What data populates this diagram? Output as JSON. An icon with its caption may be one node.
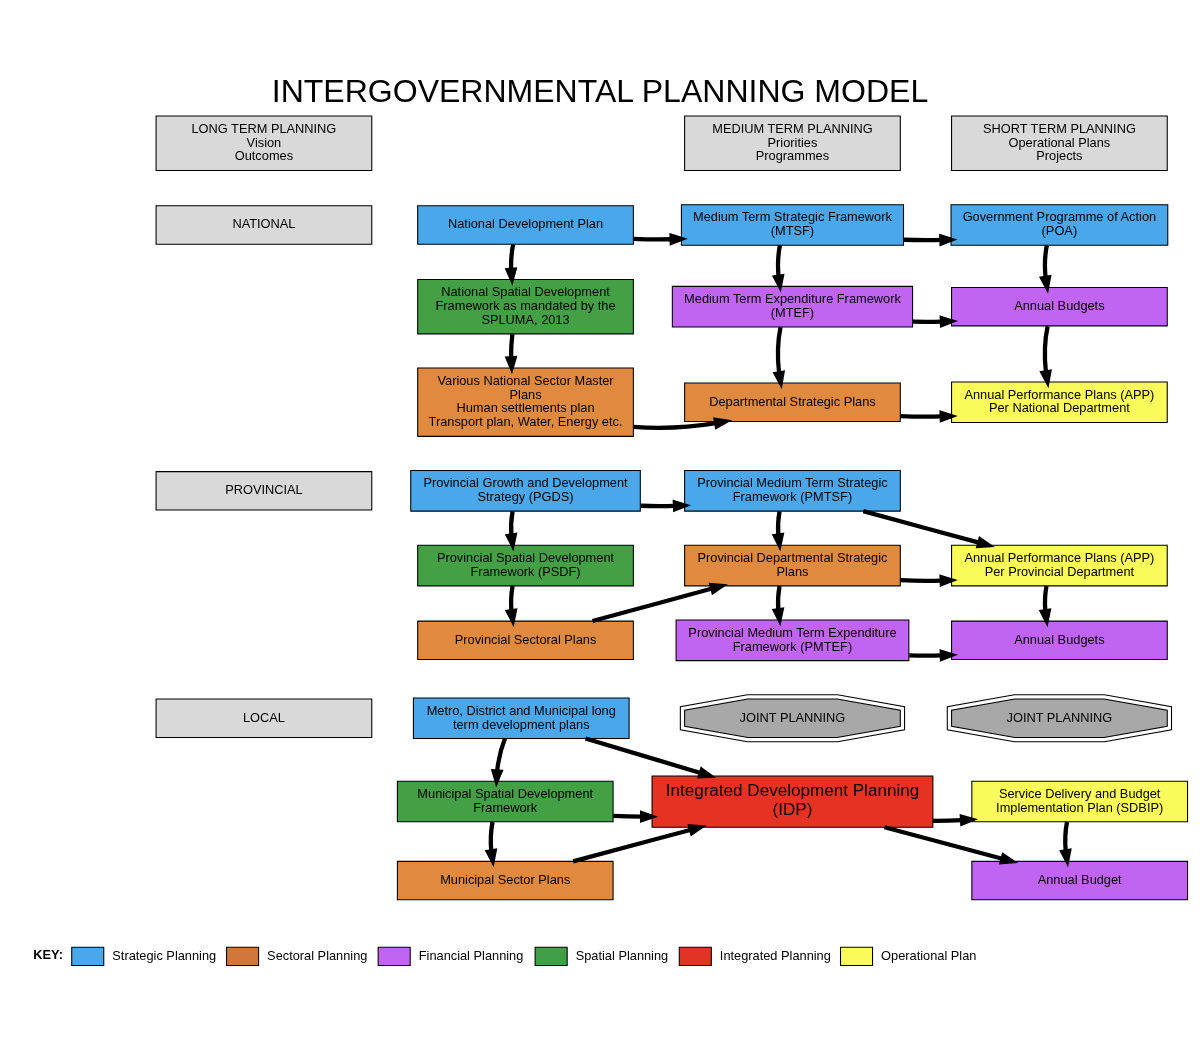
{
  "diagram": {
    "title": "INTERGOVERNMENTAL PLANNING MODEL",
    "nodes": [
      {
        "text": [
          "LONG TERM PLANNING",
          "Vision",
          "Outcomes"
        ]
      },
      {
        "text": [
          "MEDIUM TERM PLANNING",
          "Priorities",
          "Programmes"
        ]
      },
      {
        "text": [
          "SHORT TERM PLANNING",
          "Operational Plans",
          "Projects"
        ]
      },
      {
        "text": [
          "NATIONAL"
        ]
      },
      {
        "text": [
          "PROVINCIAL"
        ]
      },
      {
        "text": [
          "LOCAL"
        ]
      },
      {
        "text": [
          "National Development Plan"
        ]
      },
      {
        "text": [
          "Medium Term Strategic Framework (MTSF)"
        ]
      },
      {
        "text": [
          "Government Programme of Action (POA)"
        ]
      },
      {
        "text": [
          "National Spatial Development Framework as mandated by the SPLUMA, 2013"
        ]
      },
      {
        "text": [
          "Medium Term Expenditure Framework (MTEF)"
        ]
      },
      {
        "text": [
          "Annual Budgets"
        ]
      },
      {
        "text": [
          "Various National Sector Master Plans",
          "Human settlements plan",
          "Transport plan, Water, Energy etc."
        ]
      },
      {
        "text": [
          "Departmental Strategic Plans"
        ]
      },
      {
        "text": [
          "Annual Performance Plans (APP)",
          "Per National Department"
        ]
      },
      {
        "text": [
          "Provincial Growth and Development Strategy (PGDS)"
        ]
      },
      {
        "text": [
          "Provincial Medium Term Strategic Framework (PMTSF)"
        ]
      },
      {
        "text": [
          "Annual Performance Plans (APP)",
          "Per Provincial Department"
        ]
      },
      {
        "text": [
          "Provincial Spatial Development Framework (PSDF)"
        ]
      },
      {
        "text": [
          "Provincial Departmental Strategic Plans"
        ]
      },
      {
        "text": [
          "Provincial Sectoral Plans"
        ]
      },
      {
        "text": [
          "Provincial Medium Term Expenditure Framework (PMTEF)"
        ]
      },
      {
        "text": [
          "Annual Budgets"
        ]
      },
      {
        "text": [
          "Metro, District and Municipal long term development plans"
        ]
      },
      {
        "text": [
          "JOINT PLANNING"
        ]
      },
      {
        "text": [
          "JOINT PLANNING"
        ]
      },
      {
        "text": [
          "Municipal Spatial Development Framework"
        ]
      },
      {
        "text": [
          "Integrated Development Planning (IDP)"
        ]
      },
      {
        "text": [
          "Service Delivery and Budget Implementation Plan (SDBIP)"
        ]
      },
      {
        "text": [
          "Municipal Sector Plans"
        ]
      },
      {
        "text": [
          "Annual Budget"
        ]
      }
    ],
    "edges": [
      {
        "from": 6,
        "to": 7,
        "arrow": "to"
      },
      {
        "from": 6,
        "to": 9,
        "arrow": "to"
      },
      {
        "from": 7,
        "to": 8,
        "arrow": "to"
      },
      {
        "from": 7,
        "to": 10,
        "arrow": "to"
      },
      {
        "from": 8,
        "to": 11,
        "arrow": "to"
      },
      {
        "from": 9,
        "to": 12,
        "arrow": "to"
      },
      {
        "from": 10,
        "to": 13,
        "arrow": "to"
      },
      {
        "from": 10,
        "to": 11,
        "arrow": "to"
      },
      {
        "from": 11,
        "to": 14,
        "arrow": "to"
      },
      {
        "from": 12,
        "to": 13,
        "arrow": "to"
      },
      {
        "from": 13,
        "to": 14,
        "arrow": "to"
      },
      {
        "from": 15,
        "to": 16,
        "arrow": "to"
      },
      {
        "from": 15,
        "to": 18,
        "arrow": "to"
      },
      {
        "from": 16,
        "to": 19,
        "arrow": "to"
      },
      {
        "from": 16,
        "to": 17,
        "arrow": "to"
      },
      {
        "from": 19,
        "to": 17,
        "arrow": "to"
      },
      {
        "from": 18,
        "to": 20,
        "arrow": "to"
      },
      {
        "from": 20,
        "to": 19,
        "arrow": "to"
      },
      {
        "from": 19,
        "to": 21,
        "arrow": "to"
      },
      {
        "from": 17,
        "to": 22,
        "arrow": "to"
      },
      {
        "from": 21,
        "to": 22,
        "arrow": "to"
      },
      {
        "from": 23,
        "to": 26,
        "arrow": "to"
      },
      {
        "from": 26,
        "to": 29,
        "arrow": "to"
      },
      {
        "from": 23,
        "to": 27,
        "arrow": "to"
      },
      {
        "from": 26,
        "to": 27,
        "arrow": "to"
      },
      {
        "from": 29,
        "to": 27,
        "arrow": "to"
      },
      {
        "from": 27,
        "to": 28,
        "arrow": "to"
      },
      {
        "from": 27,
        "to": 30,
        "arrow": "to"
      },
      {
        "from": 28,
        "to": 30,
        "arrow": "to"
      }
    ],
    "labels": [
      "KEY:"
    ],
    "legend": [
      {
        "text": "Strategic Planning",
        "color": "#4aa8ea"
      },
      {
        "text": "Sectoral Planning",
        "color": "#d2773a"
      },
      {
        "text": "Financial Planning",
        "color": "#c264f2"
      },
      {
        "text": "Spatial Planning",
        "color": "#40a048"
      },
      {
        "text": "Integrated Planning",
        "color": "#e23424"
      },
      {
        "text": "Operational Plan",
        "color": "#fafa5a"
      }
    ]
  }
}
